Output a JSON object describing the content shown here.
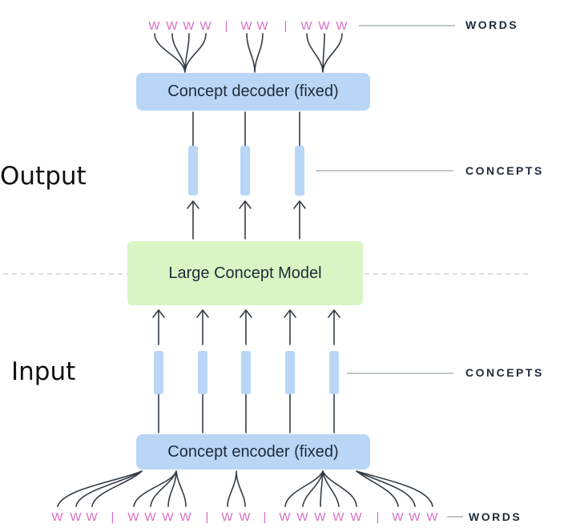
{
  "output_label": "Output",
  "input_label": "Input",
  "decoder_label": "Concept decoder (fixed)",
  "model_label": "Large Concept Model",
  "encoder_label": "Concept encoder (fixed)",
  "top_words_tag": "WORDS",
  "output_concepts_tag": "CONCEPTS",
  "input_concepts_tag": "CONCEPTS",
  "bottom_words_tag": "WORDS",
  "top_tokens": [
    "W",
    "W",
    "W",
    "W",
    "|",
    "W",
    "W",
    "|",
    "W",
    "W",
    "W"
  ],
  "bottom_tokens": [
    "W",
    "W",
    "W",
    "|",
    "W",
    "W",
    "W",
    "W",
    "|",
    "W",
    "W",
    "|",
    "W",
    "W",
    "W",
    "W",
    "W",
    "|",
    "W",
    "W",
    "W"
  ],
  "colors": {
    "decoder_encoder_fill": "#b9d6f7",
    "model_fill": "#d9f5c4",
    "concept_bar": "#b9d6f7",
    "word_tokens": "#d86cc7",
    "lines": "#333d47",
    "tag_lines": "#9aa3ab",
    "dashed_separator": "#c9c9c9"
  }
}
